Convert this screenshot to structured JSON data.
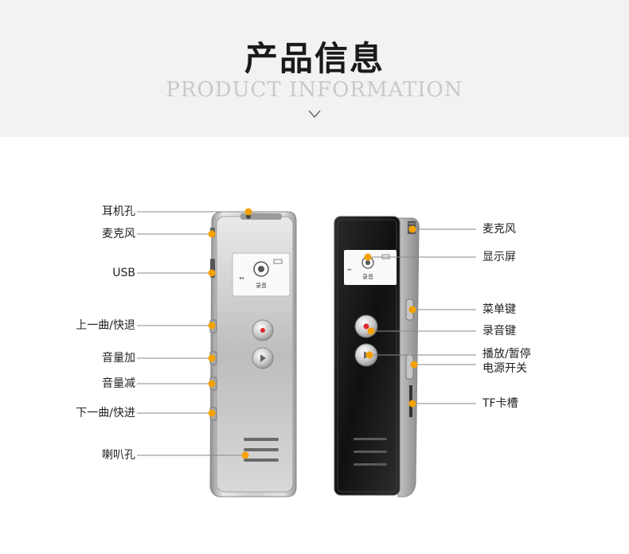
{
  "header": {
    "title": "产品信息",
    "subtitle": "PRODUCT INFORMATION"
  },
  "device_screen": {
    "label": "录音"
  },
  "callouts_left": [
    {
      "id": "headphone-jack",
      "text": "耳机孔"
    },
    {
      "id": "microphone-left",
      "text": "麦克风"
    },
    {
      "id": "usb",
      "text": "USB"
    },
    {
      "id": "prev-rewind",
      "text": "上一曲/快退"
    },
    {
      "id": "volume-up",
      "text": "音量加"
    },
    {
      "id": "volume-down",
      "text": "音量减"
    },
    {
      "id": "next-forward",
      "text": "下一曲/快进"
    },
    {
      "id": "speaker-hole",
      "text": "喇叭孔"
    }
  ],
  "callouts_right": [
    {
      "id": "microphone-right",
      "text": "麦克风"
    },
    {
      "id": "display",
      "text": "显示屏"
    },
    {
      "id": "menu-key",
      "text": "菜单键"
    },
    {
      "id": "record-key",
      "text": "录音键"
    },
    {
      "id": "play-pause",
      "text": "播放/暂停"
    },
    {
      "id": "power-switch",
      "text": "电源开关"
    },
    {
      "id": "tf-slot",
      "text": "TF卡槽"
    }
  ],
  "colors": {
    "header_bg": "#f2f2f2",
    "callout_dot": "#f5a200",
    "record_red": "#e0282e"
  }
}
